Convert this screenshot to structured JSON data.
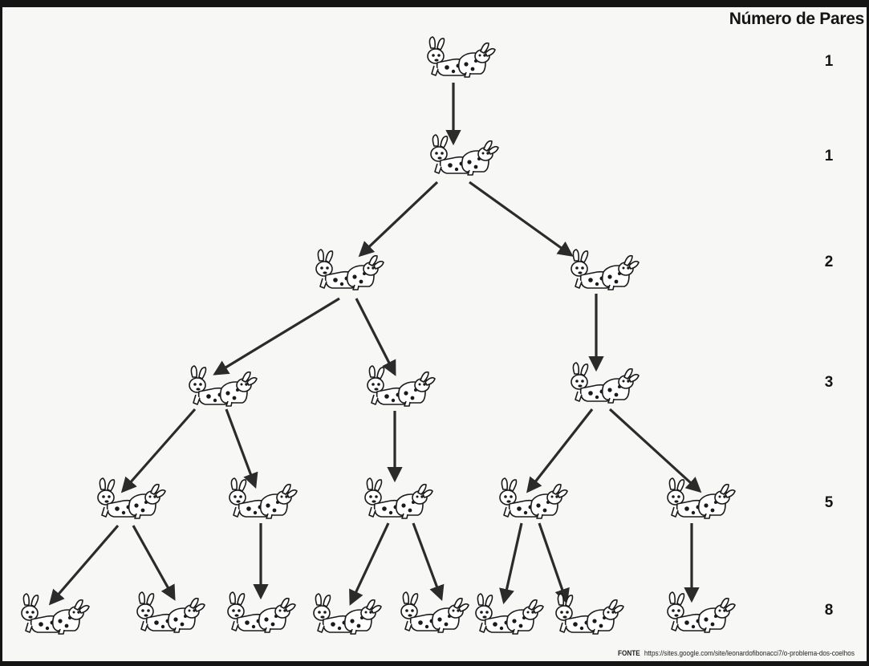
{
  "header": "Número de Pares",
  "counts": [
    "1",
    "1",
    "2",
    "3",
    "5",
    "8"
  ],
  "icon": "rabbit-pair-icon",
  "source": {
    "label": "FONTE",
    "url": "https://sites.google.com/site/leonardofibonacci7/o-problema-dos-coelhos"
  }
}
